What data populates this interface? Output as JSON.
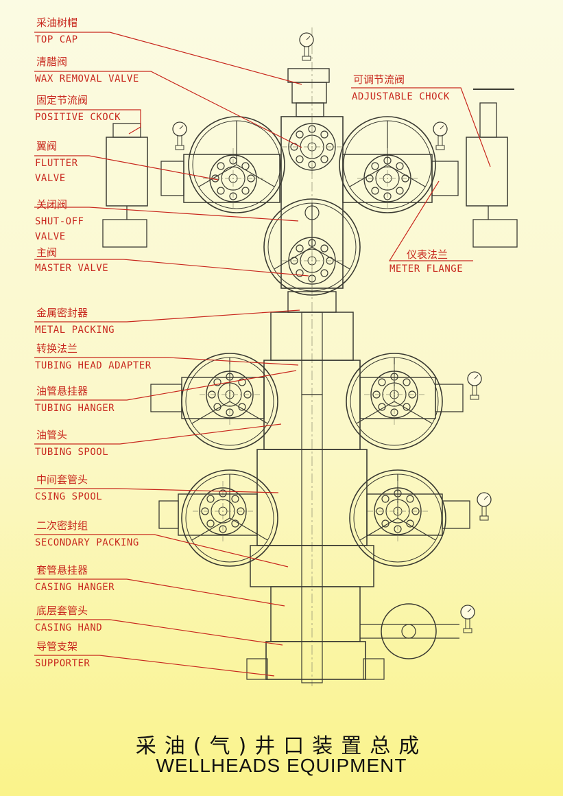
{
  "labels": [
    {
      "id": "top-cap",
      "cn": "采油树帽",
      "en": "TOP CAP"
    },
    {
      "id": "wax-removal-valve",
      "cn": "清腊阀",
      "en": "WAX REMOVAL VALVE"
    },
    {
      "id": "positive-chock",
      "cn": "固定节流阀",
      "en": "POSITIVE CKOCK"
    },
    {
      "id": "flutter-valve",
      "cn": "翼阀",
      "en": "FLUTTER",
      "en2": "VALVE"
    },
    {
      "id": "shut-off-valve",
      "cn": "关闭阀",
      "en": "SHUT-OFF",
      "en2": "VALVE"
    },
    {
      "id": "master-valve",
      "cn": "主阀",
      "en": "MASTER VALVE"
    },
    {
      "id": "metal-packing",
      "cn": "金属密封器",
      "en": "METAL PACKING"
    },
    {
      "id": "tubing-head-adapter",
      "cn": "转换法兰",
      "en": "TUBING HEAD ADAPTER"
    },
    {
      "id": "tubing-hanger",
      "cn": "油管悬挂器",
      "en": "TUBING HANGER"
    },
    {
      "id": "tubing-spool",
      "cn": "油管头",
      "en": "TUBING SPOOL"
    },
    {
      "id": "casing-spool",
      "cn": "中间套管头",
      "en": "CSING SPOOL"
    },
    {
      "id": "secondary-packing",
      "cn": "二次密封组",
      "en": "SECONDARY PACKING"
    },
    {
      "id": "casing-hanger",
      "cn": "套管悬挂器",
      "en": "CASING HANGER"
    },
    {
      "id": "casing-hand",
      "cn": "底层套管头",
      "en": "CASING HAND"
    },
    {
      "id": "supporter",
      "cn": "导管支架",
      "en": "SUPPORTER"
    },
    {
      "id": "adjustable-chock",
      "cn": "可调节流阀",
      "en": "ADJUSTABLE CHOCK"
    },
    {
      "id": "meter-flange",
      "cn": "仪表法兰",
      "en": "METER FLANGE"
    }
  ],
  "title": {
    "cn": "采油(气)井口装置总成",
    "en": "WELLHEADS EQUIPMENT"
  },
  "colors": {
    "label": "#c8281e",
    "drawing": "#3a3a32",
    "centerline": "#8a8a70"
  }
}
